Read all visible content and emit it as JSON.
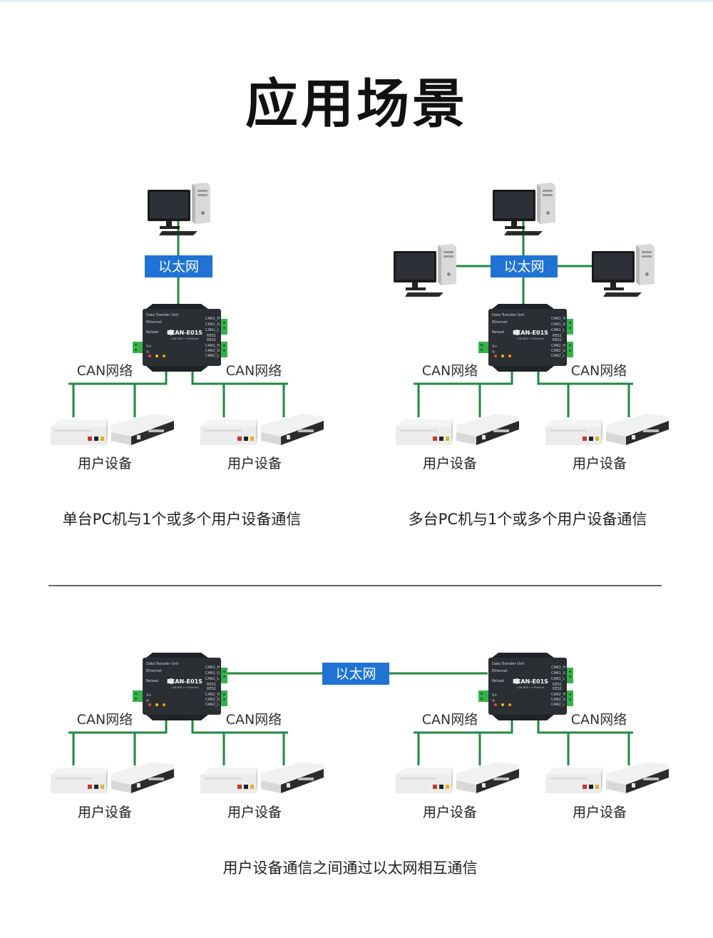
{
  "title": "应用场景",
  "labels": {
    "ethernet": "以太网",
    "can_network": "CAN网络",
    "user_device": "用户设备"
  },
  "captions": {
    "scenario1": "单台PC机与1个或多个用户设备通信",
    "scenario2": "多台PC机与1个或多个用户设备通信",
    "scenario3": "用户设备通信之间通过以太网相互通信"
  },
  "device": {
    "header": "Data Transfer Unit",
    "brand": "ECAN-E01S",
    "subtitle": "CAN BUS ⟷ Ethernet",
    "port_ethernet": "Ethernet",
    "port_reload": "Reload",
    "port_v_plus": "V+",
    "port_v_minus": "V-",
    "can_pins": [
      "CAN1_H",
      "CAN1_G",
      "CAN1_L",
      "RES1",
      "RES2",
      "CAN2_H",
      "CAN2_G",
      "CAN2_L"
    ]
  },
  "colors": {
    "ethernet_badge": "#1e73d4",
    "link_line": "#1f8a3f",
    "device_body": "#2b2e33",
    "terminal_green": "#35b34a",
    "divider": "#333333"
  }
}
